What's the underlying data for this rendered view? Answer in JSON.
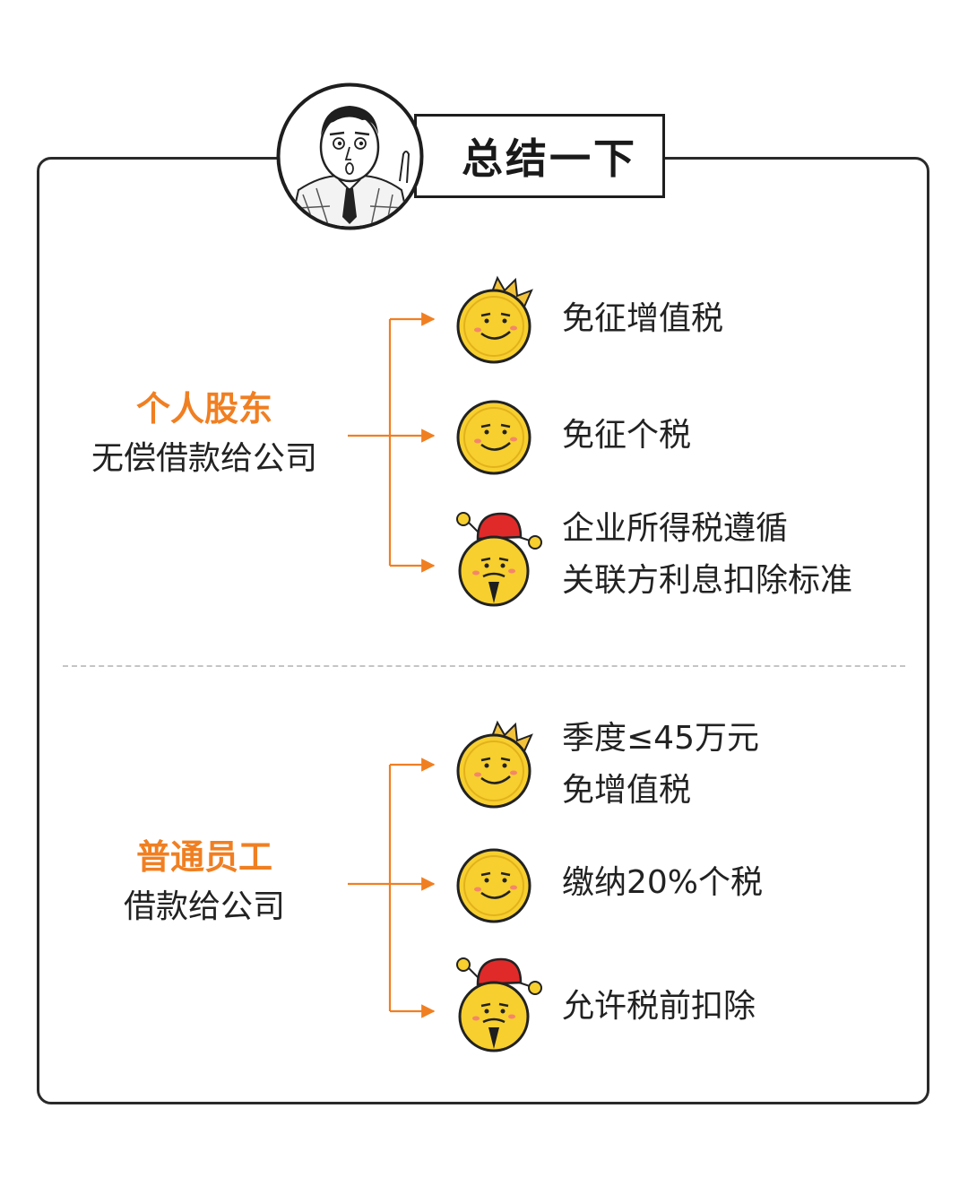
{
  "title": "总结一下",
  "colors": {
    "accent": "#f07f22",
    "coin": "#f7cf2e",
    "hat": "#e02a2a",
    "border": "#2a2a2a"
  },
  "icons": {
    "avatar": "cartoon-man-avatar",
    "coin_crown": "coin-with-crown-icon",
    "coin_plain": "smiling-coin-icon",
    "coin_god": "wealth-god-coin-icon"
  },
  "groups": [
    {
      "title": "个人股东",
      "subtitle": "无偿借款给公司",
      "items": [
        {
          "icon": "coin-with-crown-icon",
          "lines": [
            "免征增值税"
          ]
        },
        {
          "icon": "smiling-coin-icon",
          "lines": [
            "免征个税"
          ]
        },
        {
          "icon": "wealth-god-coin-icon",
          "lines": [
            "企业所得税遵循",
            "关联方利息扣除标准"
          ]
        }
      ]
    },
    {
      "title": "普通员工",
      "subtitle": "借款给公司",
      "items": [
        {
          "icon": "coin-with-crown-icon",
          "lines": [
            "季度≤45万元",
            "免增值税"
          ]
        },
        {
          "icon": "smiling-coin-icon",
          "lines": [
            "缴纳20%个税"
          ]
        },
        {
          "icon": "wealth-god-coin-icon",
          "lines": [
            "允许税前扣除"
          ]
        }
      ]
    }
  ]
}
